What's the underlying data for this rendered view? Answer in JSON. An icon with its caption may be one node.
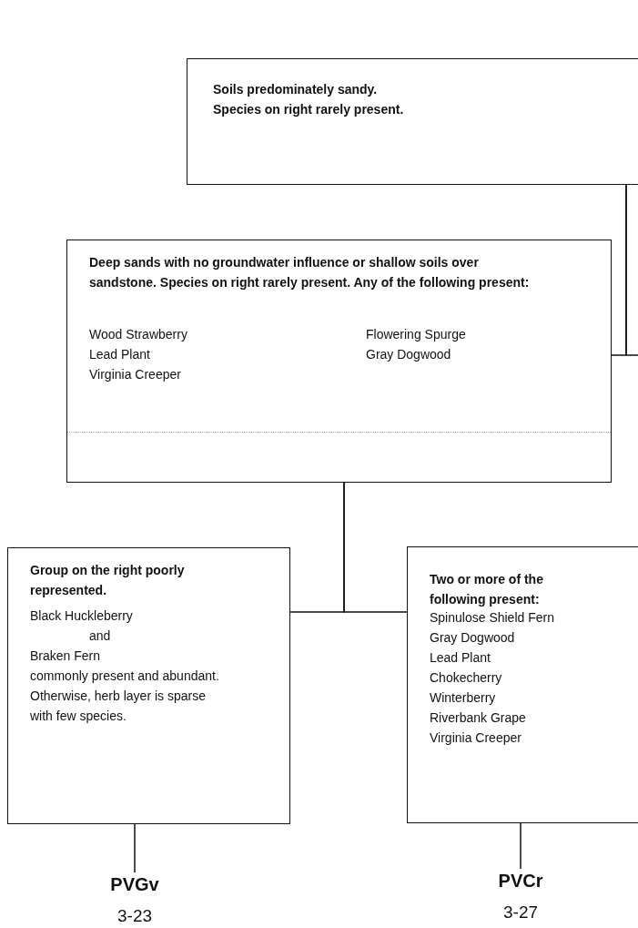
{
  "diagram": {
    "nodes": [
      {
        "text": [
          "Soils predominately sandy.",
          "Species on right rarely present."
        ]
      },
      {
        "text": [
          "Deep sands with no groundwater influence or shallow soils over sandstone. Species on right rarely present. Any of the following present:",
          "Wood Strawberry",
          "Lead Plant",
          "Virginia Creeper",
          "Flowering Spurge",
          "Gray Dogwood"
        ]
      },
      {
        "text": [
          "Group on the right poorly represented.",
          "Black Huckleberry",
          "and",
          "Braken Fern",
          "commonly present and abundant. Otherwise, herb layer is sparse with few species."
        ]
      },
      {
        "text": [
          "Two or more of the following present:",
          "Spinulose Shield Fern",
          "Gray Dogwood",
          "Lead Plant",
          "Chokecherry",
          "Winterberry",
          "Riverbank Grape",
          "Virginia Creeper"
        ]
      },
      {
        "text": [
          "PVGv"
        ],
        "beside": [
          "3-23"
        ]
      },
      {
        "text": [
          "PVCr"
        ],
        "beside": [
          "3-27"
        ]
      }
    ],
    "edges": [
      {
        "from": 0,
        "to": 1,
        "arrow": "none"
      },
      {
        "from": 0,
        "to": null,
        "arrow": "none"
      },
      {
        "from": 1,
        "to": 2,
        "arrow": "none"
      },
      {
        "from": 1,
        "to": 3,
        "arrow": "none"
      },
      {
        "from": 2,
        "to": 4,
        "arrow": "none"
      },
      {
        "from": 3,
        "to": 5,
        "arrow": "none"
      }
    ]
  }
}
